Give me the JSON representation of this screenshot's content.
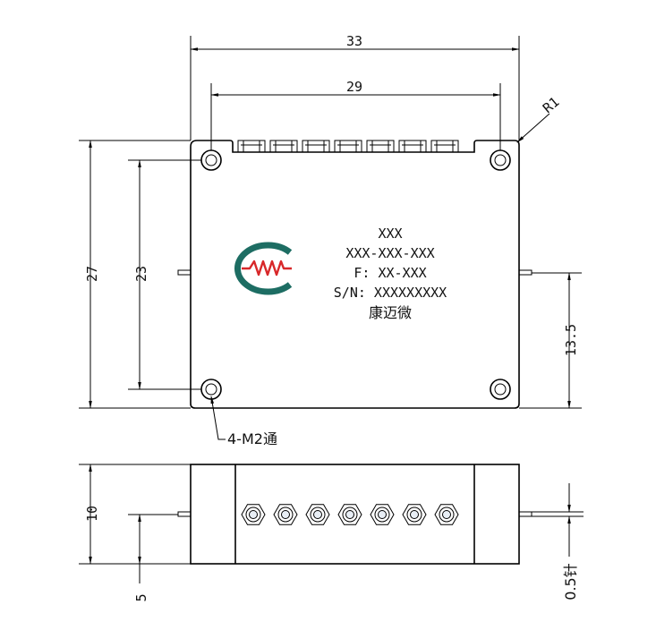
{
  "dimensions": {
    "overall_width": "33",
    "hole_spacing_width": "29",
    "overall_height": "27",
    "hole_spacing_height": "23",
    "pin_height": "13.5",
    "corner_radius": "R1",
    "mount_holes": "4-M2通",
    "side_height": "10",
    "side_pin_height": "5",
    "pin_diameter": "0.5针"
  },
  "label": {
    "line1": "XXX",
    "line2": "XXX-XXX-XXX",
    "line3": "F: XX-XXX",
    "line4": "S/N: XXXXXXXXX",
    "line5": "康迈微"
  },
  "colors": {
    "logo_red": "#d8282a",
    "logo_teal": "#1d6d63"
  }
}
